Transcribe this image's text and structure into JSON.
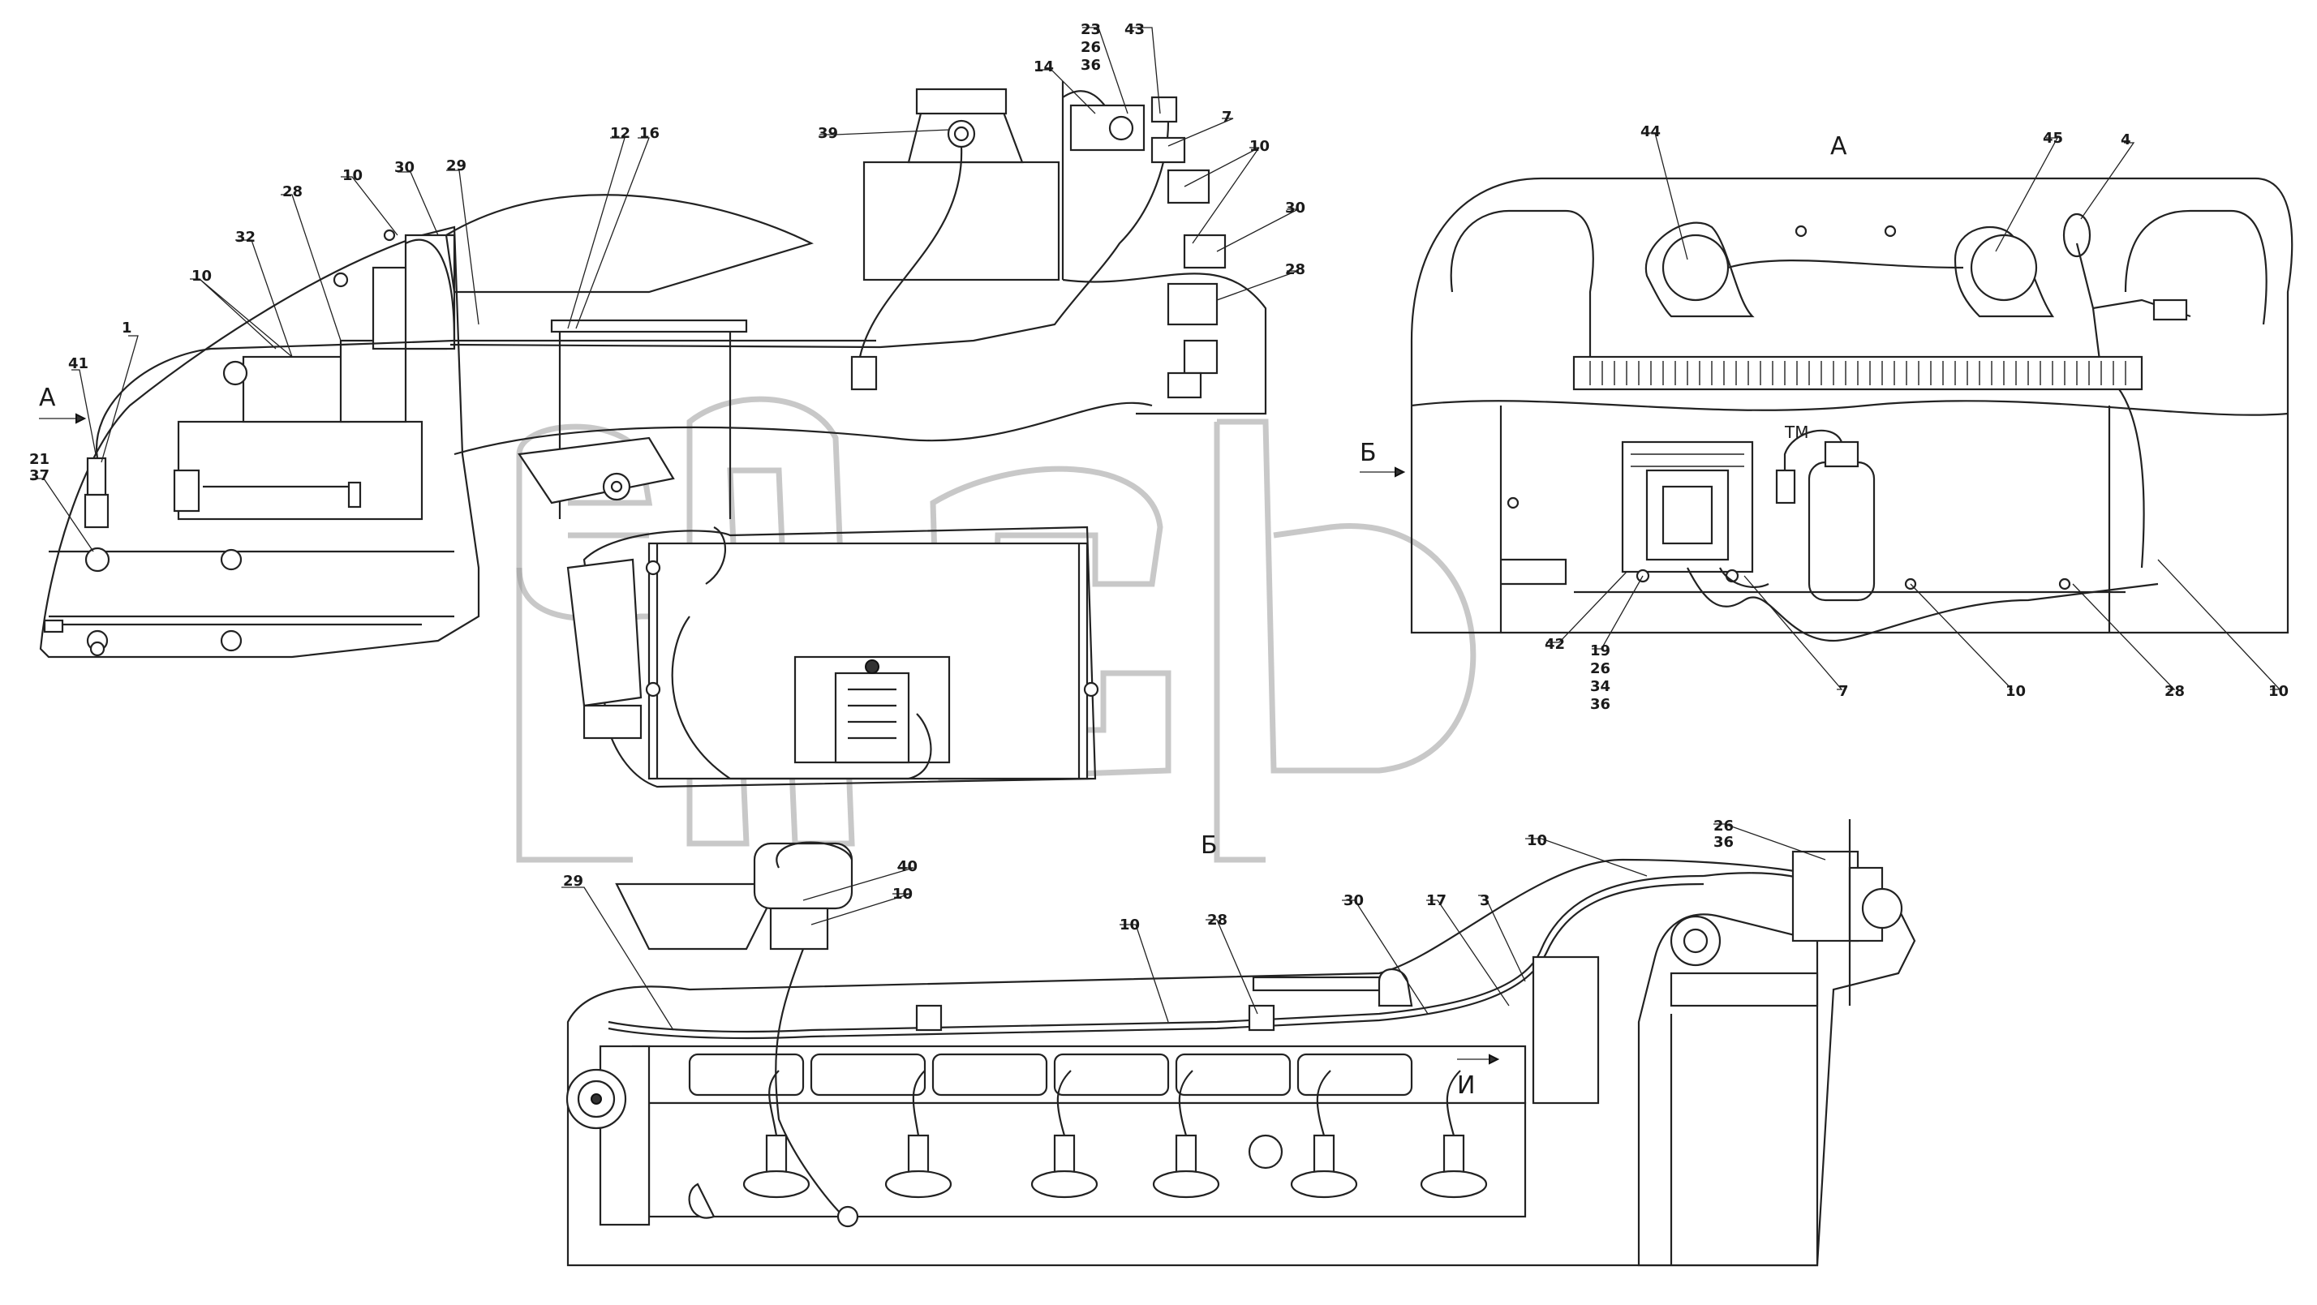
{
  "views": {
    "a": "А",
    "b": "Б",
    "i": "И"
  },
  "watermark": {
    "text": "эпср",
    "tm": "TM"
  },
  "leaders": [
    {
      "text": "1"
    },
    {
      "text": "41"
    },
    {
      "text": "21"
    },
    {
      "text": "37"
    },
    {
      "text": "10"
    },
    {
      "text": "32"
    },
    {
      "text": "28"
    },
    {
      "text": "10"
    },
    {
      "text": "30"
    },
    {
      "text": "29"
    },
    {
      "text": "12"
    },
    {
      "text": "16"
    },
    {
      "text": "39"
    },
    {
      "text": "14"
    },
    {
      "text": "23"
    },
    {
      "text": "26"
    },
    {
      "text": "36"
    },
    {
      "text": "43"
    },
    {
      "text": "7"
    },
    {
      "text": "10"
    },
    {
      "text": "30"
    },
    {
      "text": "28"
    },
    {
      "text": "44"
    },
    {
      "text": "45"
    },
    {
      "text": "4"
    },
    {
      "text": "42"
    },
    {
      "text": "19"
    },
    {
      "text": "26"
    },
    {
      "text": "34"
    },
    {
      "text": "36"
    },
    {
      "text": "7"
    },
    {
      "text": "10"
    },
    {
      "text": "28"
    },
    {
      "text": "10"
    },
    {
      "text": "29"
    },
    {
      "text": "40"
    },
    {
      "text": "10"
    },
    {
      "text": "10"
    },
    {
      "text": "28"
    },
    {
      "text": "30"
    },
    {
      "text": "17"
    },
    {
      "text": "3"
    },
    {
      "text": "10"
    },
    {
      "text": "26"
    },
    {
      "text": "36"
    }
  ]
}
